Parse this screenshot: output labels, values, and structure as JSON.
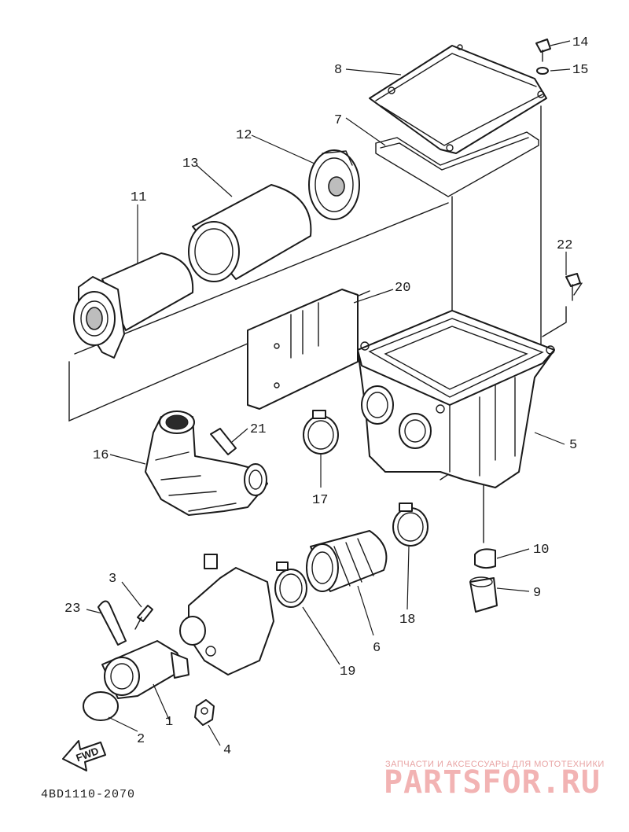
{
  "callouts": {
    "c1": "1",
    "c2": "2",
    "c3": "3",
    "c4": "4",
    "c5": "5",
    "c6": "6",
    "c7": "7",
    "c8": "8",
    "c9": "9",
    "c10": "10",
    "c11": "11",
    "c12": "12",
    "c13": "13",
    "c14": "14",
    "c15": "15",
    "c16": "16",
    "c17": "17",
    "c18": "18",
    "c19": "19",
    "c20": "20",
    "c21": "21",
    "c22": "22",
    "c23": "23"
  },
  "drawing_code": "4BD1110-2070",
  "direction_arrow_label": "FWD",
  "watermark": {
    "caption": "ЗАПЧАСТИ И АКСЕССУАРЫ ДЛЯ МОТОТЕХНИКИ",
    "brand": "PARTSFOR.RU",
    "color": "#f2b3b3"
  }
}
